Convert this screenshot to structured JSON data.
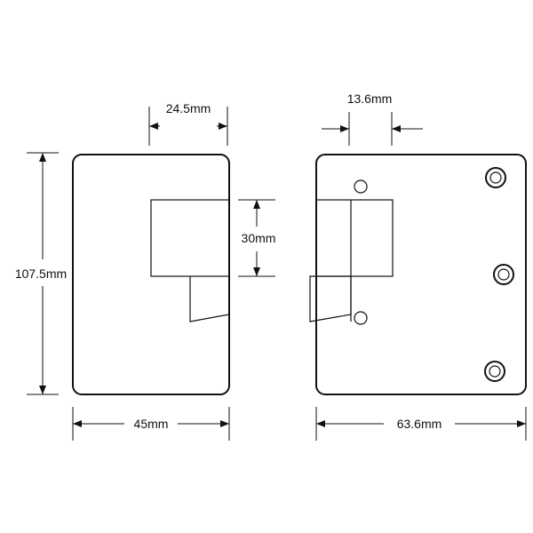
{
  "dimensions": {
    "height_total": "107.5mm",
    "width_front": "45mm",
    "latch_offset": "24.5mm",
    "latch_height": "30mm",
    "side_offset": "13.6mm",
    "width_side": "63.6mm"
  },
  "colors": {
    "line": "#111111",
    "background": "#ffffff"
  }
}
